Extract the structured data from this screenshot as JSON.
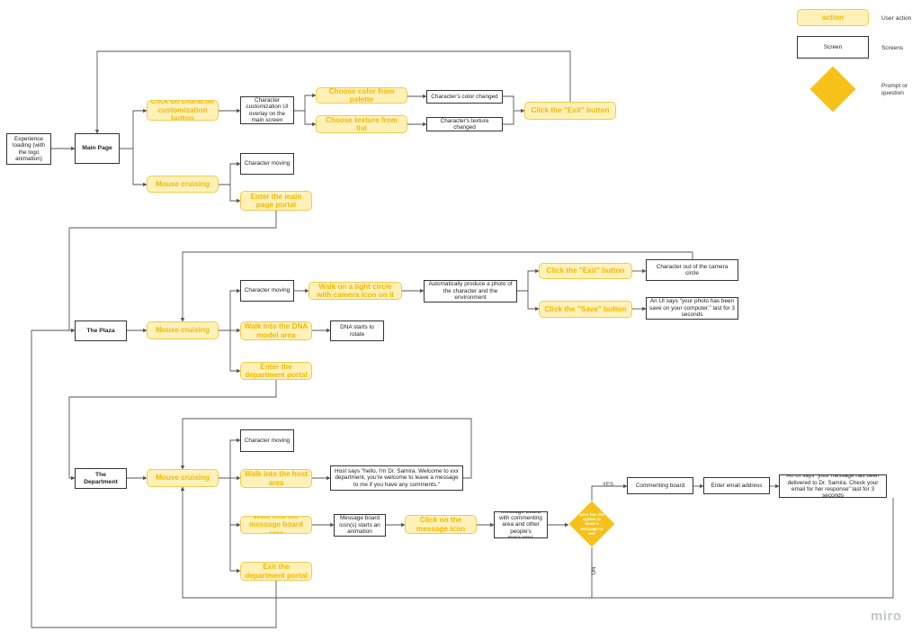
{
  "legend": {
    "action_sample": "action",
    "action_desc": "User action",
    "screen_sample": "Screen",
    "screen_desc": "Screens",
    "prompt_desc": "Prompt or question"
  },
  "nodes": {
    "loading": "Experience loading (with the logo animation)",
    "main_page": "Main Page",
    "click_customize": "Click on character customization button",
    "custom_overlay": "Character customization UI overlay on the main screen",
    "choose_color": "Choose color from palette",
    "choose_texture": "Choose texture from list",
    "color_changed": "Character's color changed",
    "texture_changed": "Character's texture changed",
    "exit_main": "Click the \"Exit\" button",
    "mouse_main": "Mouse cruising",
    "char_moving_main": "Character moving",
    "enter_main_portal": "Enter the main page portal",
    "plaza": "The Plaza",
    "mouse_plaza": "Mouse cruising",
    "char_moving_plaza": "Character moving",
    "walk_light_circle": "Walk on a light circle with camera icon on it",
    "auto_photo": "Automatically produce a photo of the character and the environment",
    "exit_plaza": "Click the \"Exit\" button",
    "save_plaza": "Click the \"Save\" button",
    "out_of_circle": "Character out of the camera circle",
    "photo_saved": "An UI says \"your photo has been save on your computer.\" last for 3 seconds",
    "walk_dna": "Walk into the DNA model area",
    "dna_rotate": "DNA starts to rotate",
    "enter_dept_portal": "Enter the department portal",
    "department": "The Department",
    "mouse_dept": "Mouse cruising",
    "char_moving_dept": "Character moving",
    "walk_host": "Walk into the host area",
    "host_says": "Host says \"hello, I'm Dr. Samira. Welcome to xxx department, you're welcome to leave a message to me if you have any comments.\"",
    "walk_board": "Walk into the message board area",
    "board_icon_anim": "Message board icon(s) starts an animation",
    "click_msg_icon": "Click on the message icon",
    "board_commenting": "Message board with commenting area and other people's messages",
    "decision": "User has the option to leave a message or not",
    "commenting_board": "Commenting board",
    "enter_email": "Enter email address",
    "delivered": "An UI says \"your message has been delivered to Dr. Samira. Check your email for her response\" last for 3 seconds",
    "exit_dept_portal": "Exit the department portal"
  },
  "labels": {
    "yes": "YES",
    "no": "NO"
  },
  "watermark": "miro",
  "colors": {
    "action_fill": "#fff1b8",
    "action_border": "#f4c94a",
    "action_text": "#f3b800",
    "prompt": "#f6c21a",
    "line": "#555555"
  }
}
